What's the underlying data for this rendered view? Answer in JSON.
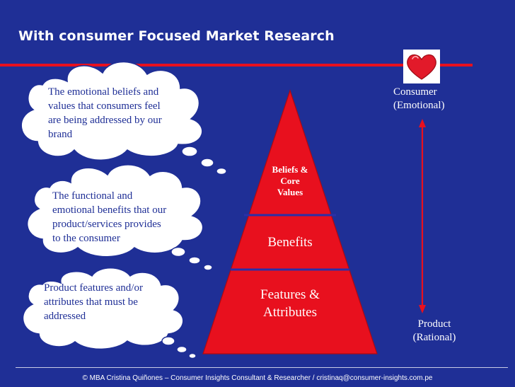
{
  "slide": {
    "title": "With consumer Focused Market Research",
    "footer": "© MBA Cristina Quiñones – Consumer Insights Consultant & Researcher / cristinaq@consumer-insights.com.pe"
  },
  "clouds": [
    {
      "lines": [
        "The emotional beliefs and",
        "values that consumers feel",
        "are being addressed by our",
        "brand"
      ]
    },
    {
      "lines": [
        "The functional and",
        "emotional benefits that our",
        "product/services provides",
        "to the consumer"
      ]
    },
    {
      "lines": [
        "Product features and/or",
        "attributes that must be",
        "addressed"
      ]
    }
  ],
  "pyramid": {
    "top": {
      "lines": [
        "Beliefs &",
        "Core",
        "Values"
      ]
    },
    "middle": {
      "label": "Benefits"
    },
    "bottom": {
      "lines": [
        "Features &",
        "Attributes"
      ]
    }
  },
  "axis": {
    "top": {
      "line1": "Consumer",
      "line2": "(Emotional)"
    },
    "bottom": {
      "line1": "Product",
      "line2": "(Rational)"
    }
  },
  "colors": {
    "background": "#1f2f96",
    "accent_red": "#e8101e",
    "divider_blue": "#2a2fa8",
    "cloud_fill": "#ffffff"
  },
  "icons": {
    "consumer": "heart-icon"
  }
}
